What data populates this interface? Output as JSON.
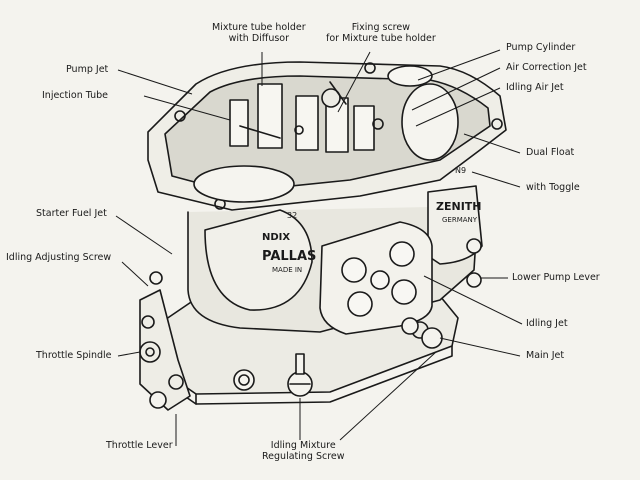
{
  "diagram": {
    "labels": {
      "mixture_tube_holder": [
        "Mixture tube holder",
        "with Diffusor"
      ],
      "fixing_screw": [
        "Fixing screw",
        "for Mixture tube holder"
      ],
      "pump_cylinder": "Pump Cylinder",
      "pump_jet": "Pump Jet",
      "air_correction_jet": "Air Correction Jet",
      "idling_air_jet": "Idling Air Jet",
      "injection_tube": "Injection Tube",
      "dual_float": "Dual Float",
      "with_toggle": "with Toggle",
      "starter_fuel_jet": "Starter Fuel Jet",
      "idling_adjusting_screw": "Idling Adjusting Screw",
      "lower_pump_lever": "Lower Pump Lever",
      "idling_jet": "Idling Jet",
      "throttle_spindle": "Throttle Spindle",
      "main_jet": "Main Jet",
      "throttle_lever": "Throttle Lever",
      "idling_mixture_regulating_screw": [
        "Idling Mixture",
        "Regulating Screw"
      ]
    },
    "body_markings": {
      "brand_left_1": "NDIX",
      "brand_left_2": "PALLAS",
      "brand_left_3": "MADE IN",
      "brand_right_1": "ZENITH",
      "brand_right_2": "GERMANY",
      "num_left": "32",
      "num_right": "N9"
    }
  }
}
